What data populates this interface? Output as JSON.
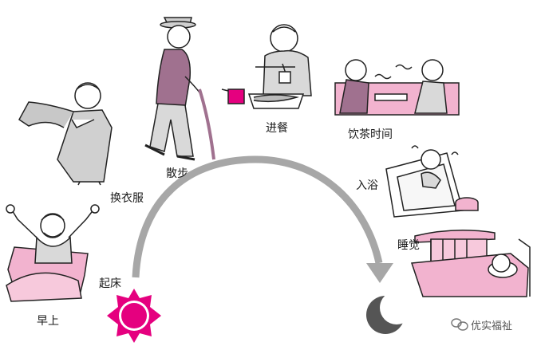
{
  "labels": {
    "morning": "早上",
    "get_up": "起床",
    "change_clothes": "换衣服",
    "walk": "散步",
    "meal": "进餐",
    "tea_time": "饮茶时间",
    "bath": "入浴",
    "sleep": "睡觉"
  },
  "watermark": "优实福祉",
  "colors": {
    "sun": "#e5007f",
    "moon": "#555555",
    "arrow": "#a7a7a7",
    "pink": "#f2b3cf",
    "purple": "#a0718f",
    "line": "#222222"
  }
}
